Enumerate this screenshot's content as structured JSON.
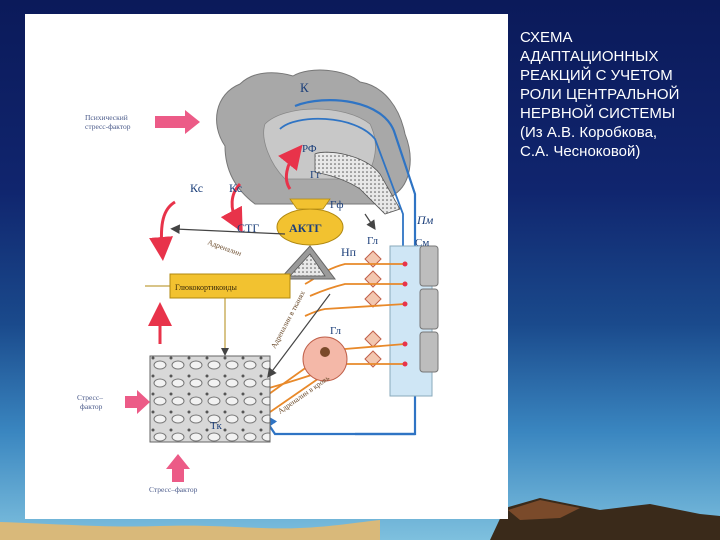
{
  "caption": {
    "lines": [
      "СХЕМА",
      "АДАПТАЦИОННЫХ",
      "РЕАКЦИЙ С УЧЕТОМ",
      "РОЛИ ЦЕНТРАЛЬНОЙ",
      "НЕРВНОЙ СИСТЕМЫ",
      "(Из А.В. Коробкова,",
      "С.А. Чесноковой)"
    ]
  },
  "diagram": {
    "labels": {
      "k": "К",
      "rf": "РФ",
      "gg": "Гг",
      "gf": "Гф",
      "ke_left": "Кс",
      "ke_right": "Кс",
      "stg": "СТГ",
      "aktg": "АКТГ",
      "pm": "Пм",
      "np": "Нп",
      "gl_top": "Гл",
      "sm": "См",
      "glucocorticoids": "Глюкокортикоиды",
      "gl_bottom": "Гл",
      "tk": "Тк"
    },
    "side_labels": {
      "psych_line1": "Психический",
      "psych_line2": "стресс-фактор",
      "stress_line1": "Стресс–",
      "stress_line2": "фактор",
      "stress_bottom": "Стресс–фактор"
    },
    "path_labels": {
      "adrenaline": "Адреналин",
      "noradrenaline": "Адреналин в тканях",
      "to_tissues": "Адреналин в кровь"
    }
  },
  "colors": {
    "red_arrow": "#e8334a",
    "pink_arrow": "#ec5b87",
    "orange_line": "#e8892a",
    "nerve_blue": "#2f74c4",
    "gland_yellow": "#f2c230",
    "brain_gray": "#a8a8a8",
    "spine_blue": "#cfe6f5"
  }
}
